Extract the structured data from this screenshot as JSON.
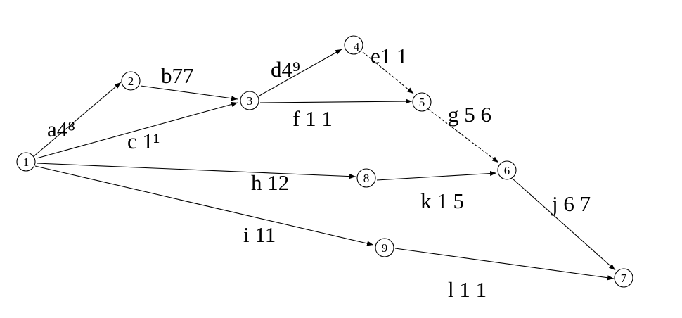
{
  "nodes": [
    {
      "id": "1",
      "label": "1"
    },
    {
      "id": "2",
      "label": "2"
    },
    {
      "id": "3",
      "label": "3"
    },
    {
      "id": "4",
      "label": "4"
    },
    {
      "id": "5",
      "label": "5"
    },
    {
      "id": "6",
      "label": "6"
    },
    {
      "id": "7",
      "label": "7"
    },
    {
      "id": "8",
      "label": "8"
    },
    {
      "id": "9",
      "label": "9"
    }
  ],
  "edges": [
    {
      "id": "a",
      "from": "1",
      "to": "2",
      "label": "a4⁸",
      "name": "a",
      "value": "48"
    },
    {
      "id": "b",
      "from": "2",
      "to": "3",
      "label": "b77",
      "name": "b",
      "value": "77"
    },
    {
      "id": "c",
      "from": "1",
      "to": "3",
      "label": "c 1¹",
      "name": "c",
      "value": "11"
    },
    {
      "id": "d",
      "from": "3",
      "to": "4",
      "label": "d4⁹",
      "name": "d",
      "value": "49"
    },
    {
      "id": "e",
      "from": "4",
      "to": "5",
      "label": "e1 1",
      "name": "e",
      "value": "11",
      "style": "dashed"
    },
    {
      "id": "f",
      "from": "3",
      "to": "5",
      "label": "f 1 1",
      "name": "f",
      "value": "11"
    },
    {
      "id": "g",
      "from": "5",
      "to": "6",
      "label": "g 5 6",
      "name": "g",
      "value": "56",
      "style": "dashed"
    },
    {
      "id": "h",
      "from": "1",
      "to": "8",
      "label": "h 12",
      "name": "h",
      "value": "12"
    },
    {
      "id": "i",
      "from": "1",
      "to": "9",
      "label": "i 11",
      "name": "i",
      "value": "11"
    },
    {
      "id": "k",
      "from": "8",
      "to": "6",
      "label": "k 1 5",
      "name": "k",
      "value": "15"
    },
    {
      "id": "j",
      "from": "6",
      "to": "7",
      "label": "j 6 7",
      "name": "j",
      "value": "67"
    },
    {
      "id": "l",
      "from": "9",
      "to": "7",
      "label": "l 1 1",
      "name": "l",
      "value": "11"
    }
  ]
}
